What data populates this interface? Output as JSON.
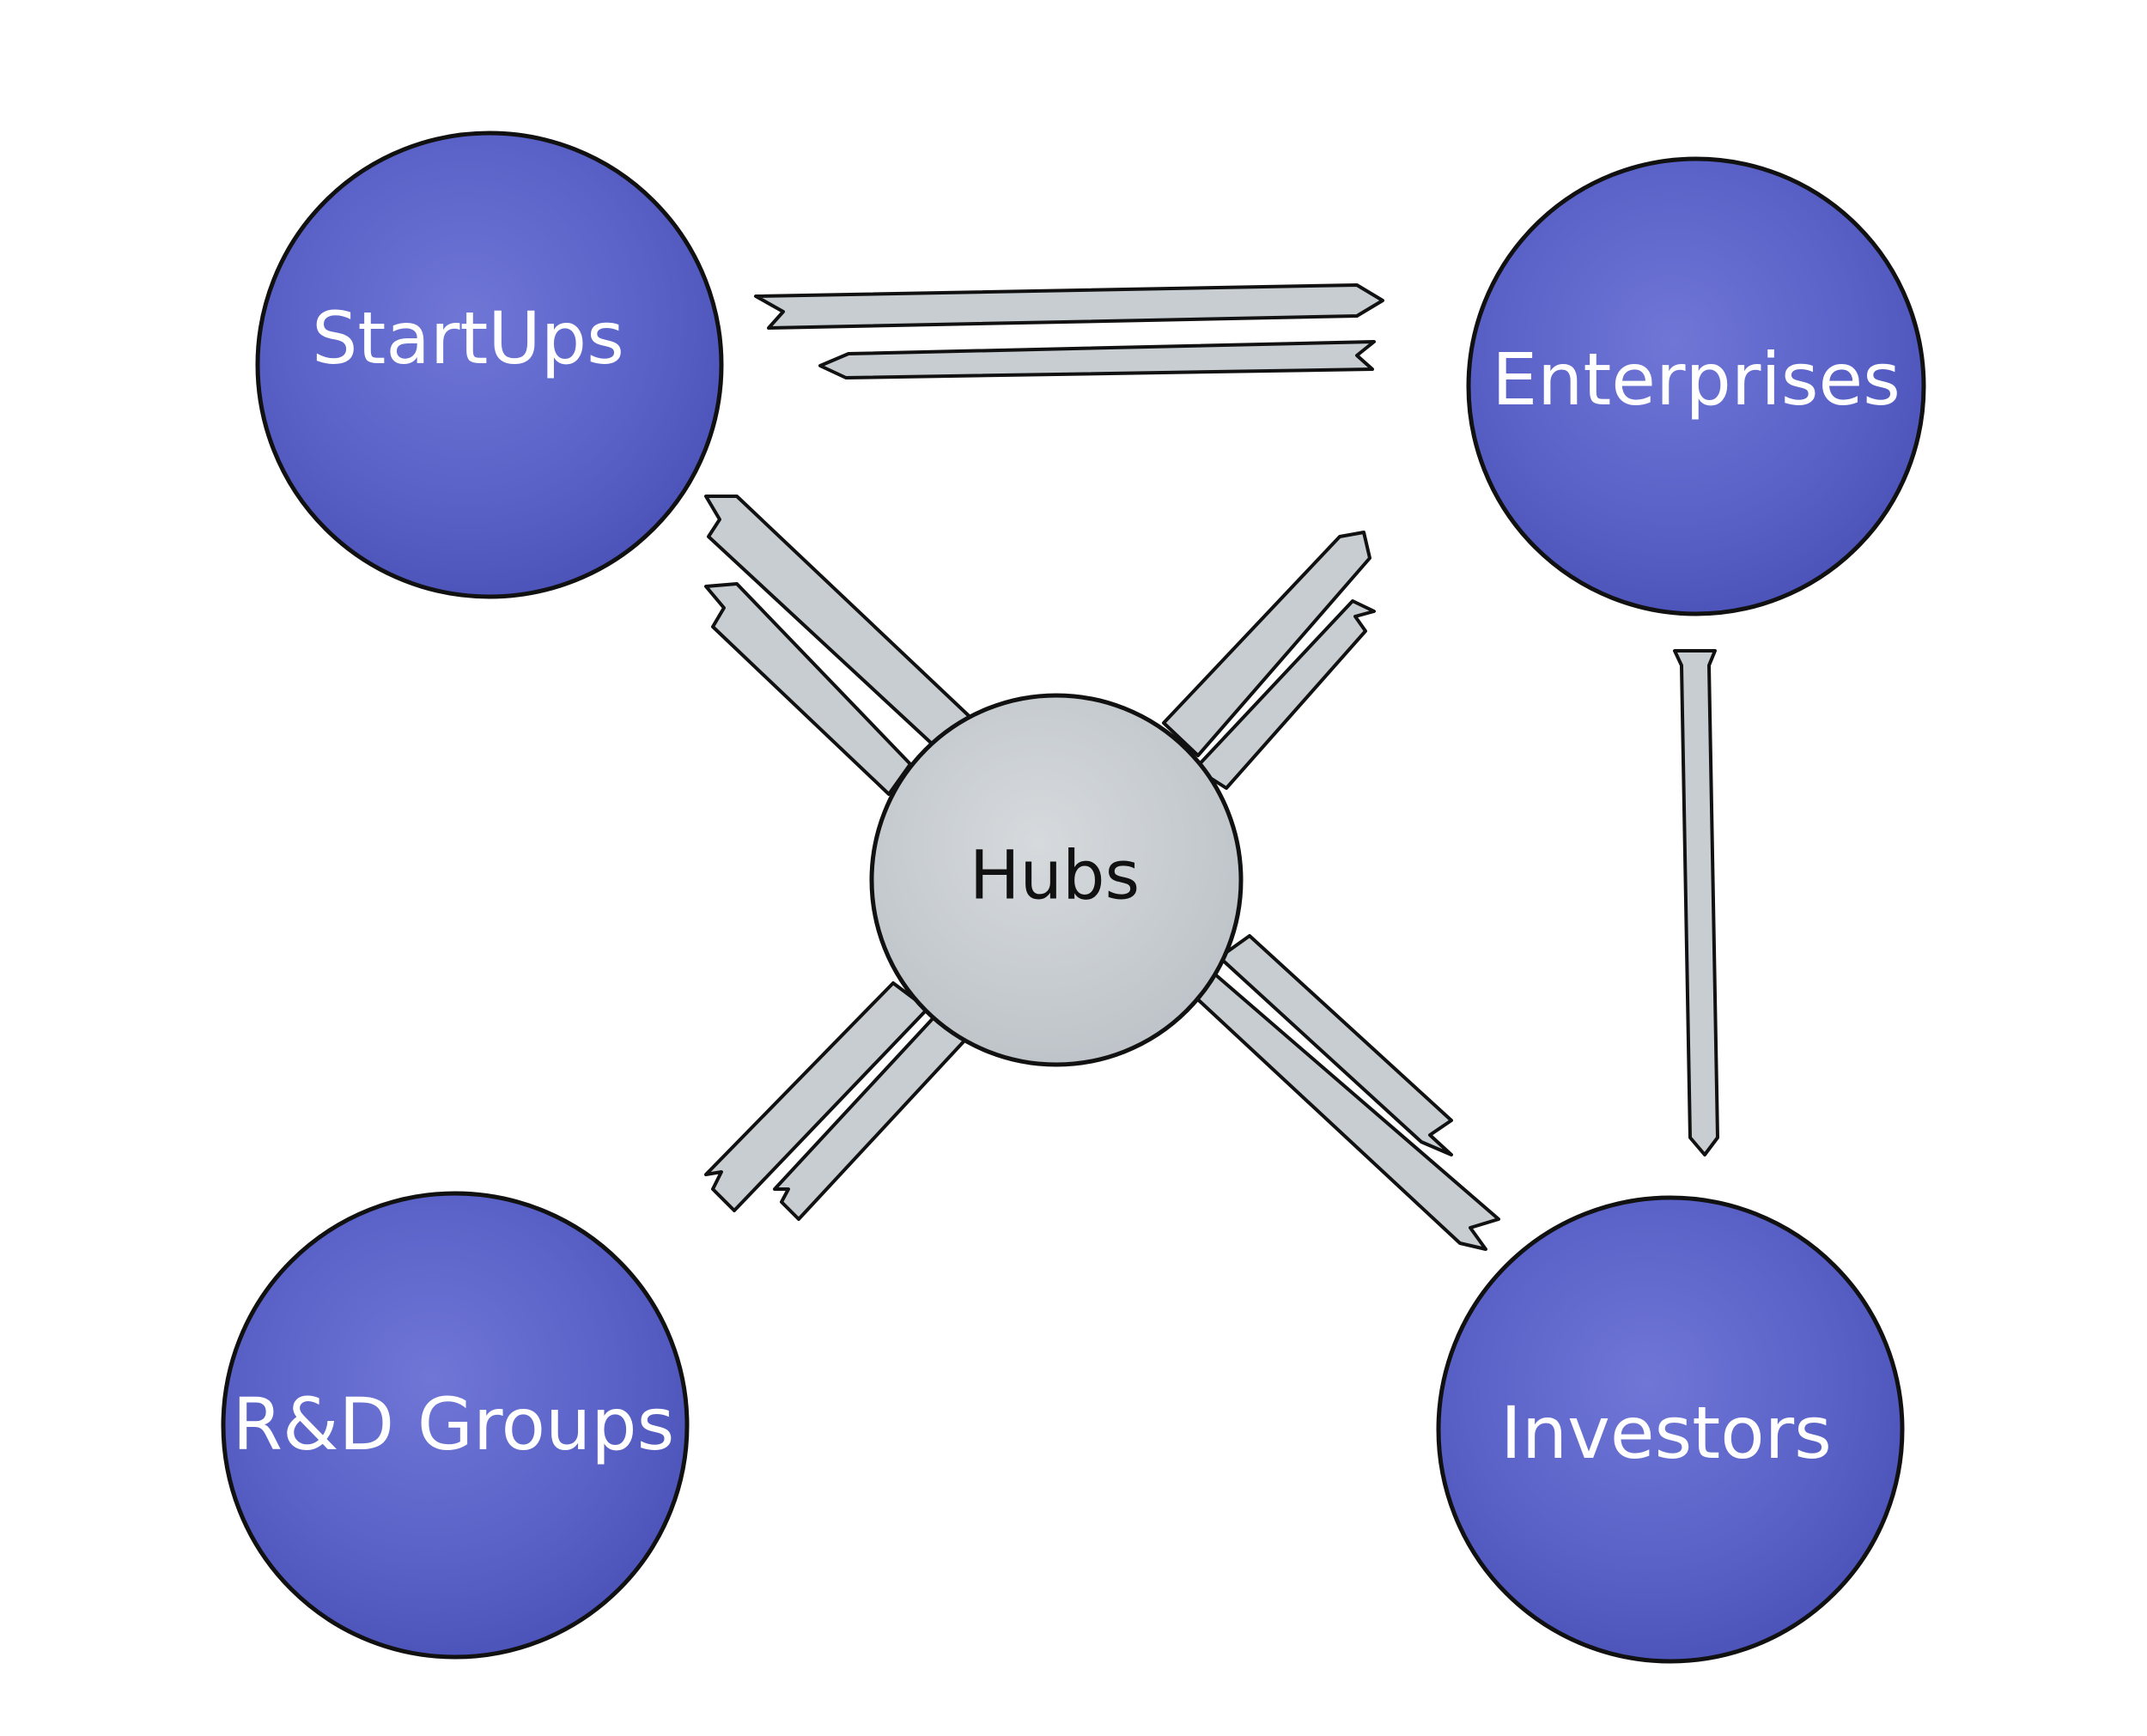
{
  "nodes": {
    "startups": {
      "label": "StartUps"
    },
    "enterprises": {
      "label": "Enterprises"
    },
    "hubs": {
      "label": "Hubs"
    },
    "rd_groups": {
      "label": "R&D Groups"
    },
    "investors": {
      "label": "Investors"
    }
  },
  "colors": {
    "primary_node": "#5a62c8",
    "primary_node_shade": "#4b52b8",
    "hub_node": "#c9ced3",
    "arrow_fill": "#c7cdd1",
    "outline": "#111111"
  }
}
